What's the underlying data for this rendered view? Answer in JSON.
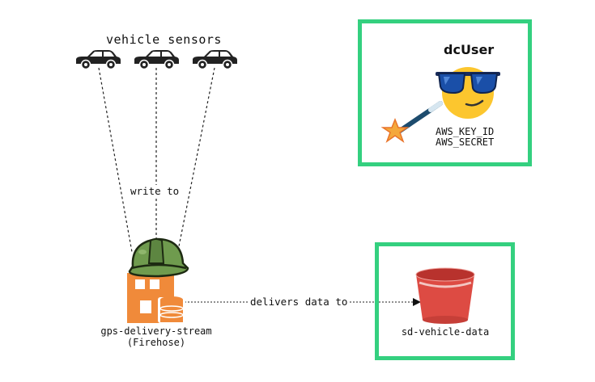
{
  "sensors": {
    "title": "vehicle sensors"
  },
  "edges": {
    "write_label": "write to",
    "deliver_label": "delivers data to"
  },
  "stream": {
    "name": "gps-delivery-stream",
    "kind": "(Firehose)"
  },
  "user": {
    "name": "dcUser",
    "key_id": "AWS_KEY_ID",
    "secret": "AWS_SECRET"
  },
  "bucket": {
    "name": "sd-vehicle-data"
  },
  "colors": {
    "box_border": "#34d07f",
    "firehose_orange": "#f08a3a",
    "bucket_red": "#dd4b43",
    "helmet_green": "#6f9b4e",
    "emoji_yellow": "#fcc62e",
    "sunglasses": "#1a4fa8"
  },
  "icons": [
    "car-icon",
    "car-icon",
    "car-icon",
    "helmet-icon",
    "firehose-icon",
    "sunglasses-emoji-icon",
    "magic-wand-icon",
    "s3-bucket-icon"
  ]
}
